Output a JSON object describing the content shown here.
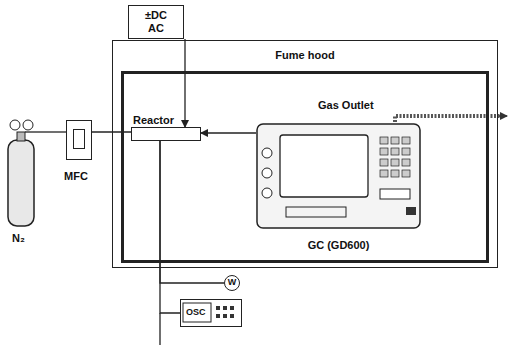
{
  "diagram": {
    "nodes": [
      {
        "text": [
          "±DC AC"
        ]
      },
      {
        "text": [
          "Fume hood"
        ]
      },
      {
        "text": [
          "N₂"
        ]
      },
      {
        "text": [
          "MFC"
        ]
      },
      {
        "text": [
          "Reactor"
        ],
        "in": 1
      },
      {
        "text": [
          "GC (GD600)"
        ],
        "in": 1
      },
      {
        "text": [
          "W"
        ]
      },
      {
        "text": [
          "OSC"
        ]
      }
    ],
    "edges": [
      {
        "from": 0,
        "to": 4,
        "arrow": "to"
      },
      {
        "from": 2,
        "to": 3,
        "arrow": "none"
      },
      {
        "from": 3,
        "to": 4,
        "arrow": "none"
      },
      {
        "from": 5,
        "to": 4,
        "arrow": "to"
      },
      {
        "from": 4,
        "to": 6,
        "arrow": "none"
      },
      {
        "from": 4,
        "to": 7,
        "arrow": "none"
      }
    ],
    "labels": [
      "Gas Outlet"
    ]
  }
}
